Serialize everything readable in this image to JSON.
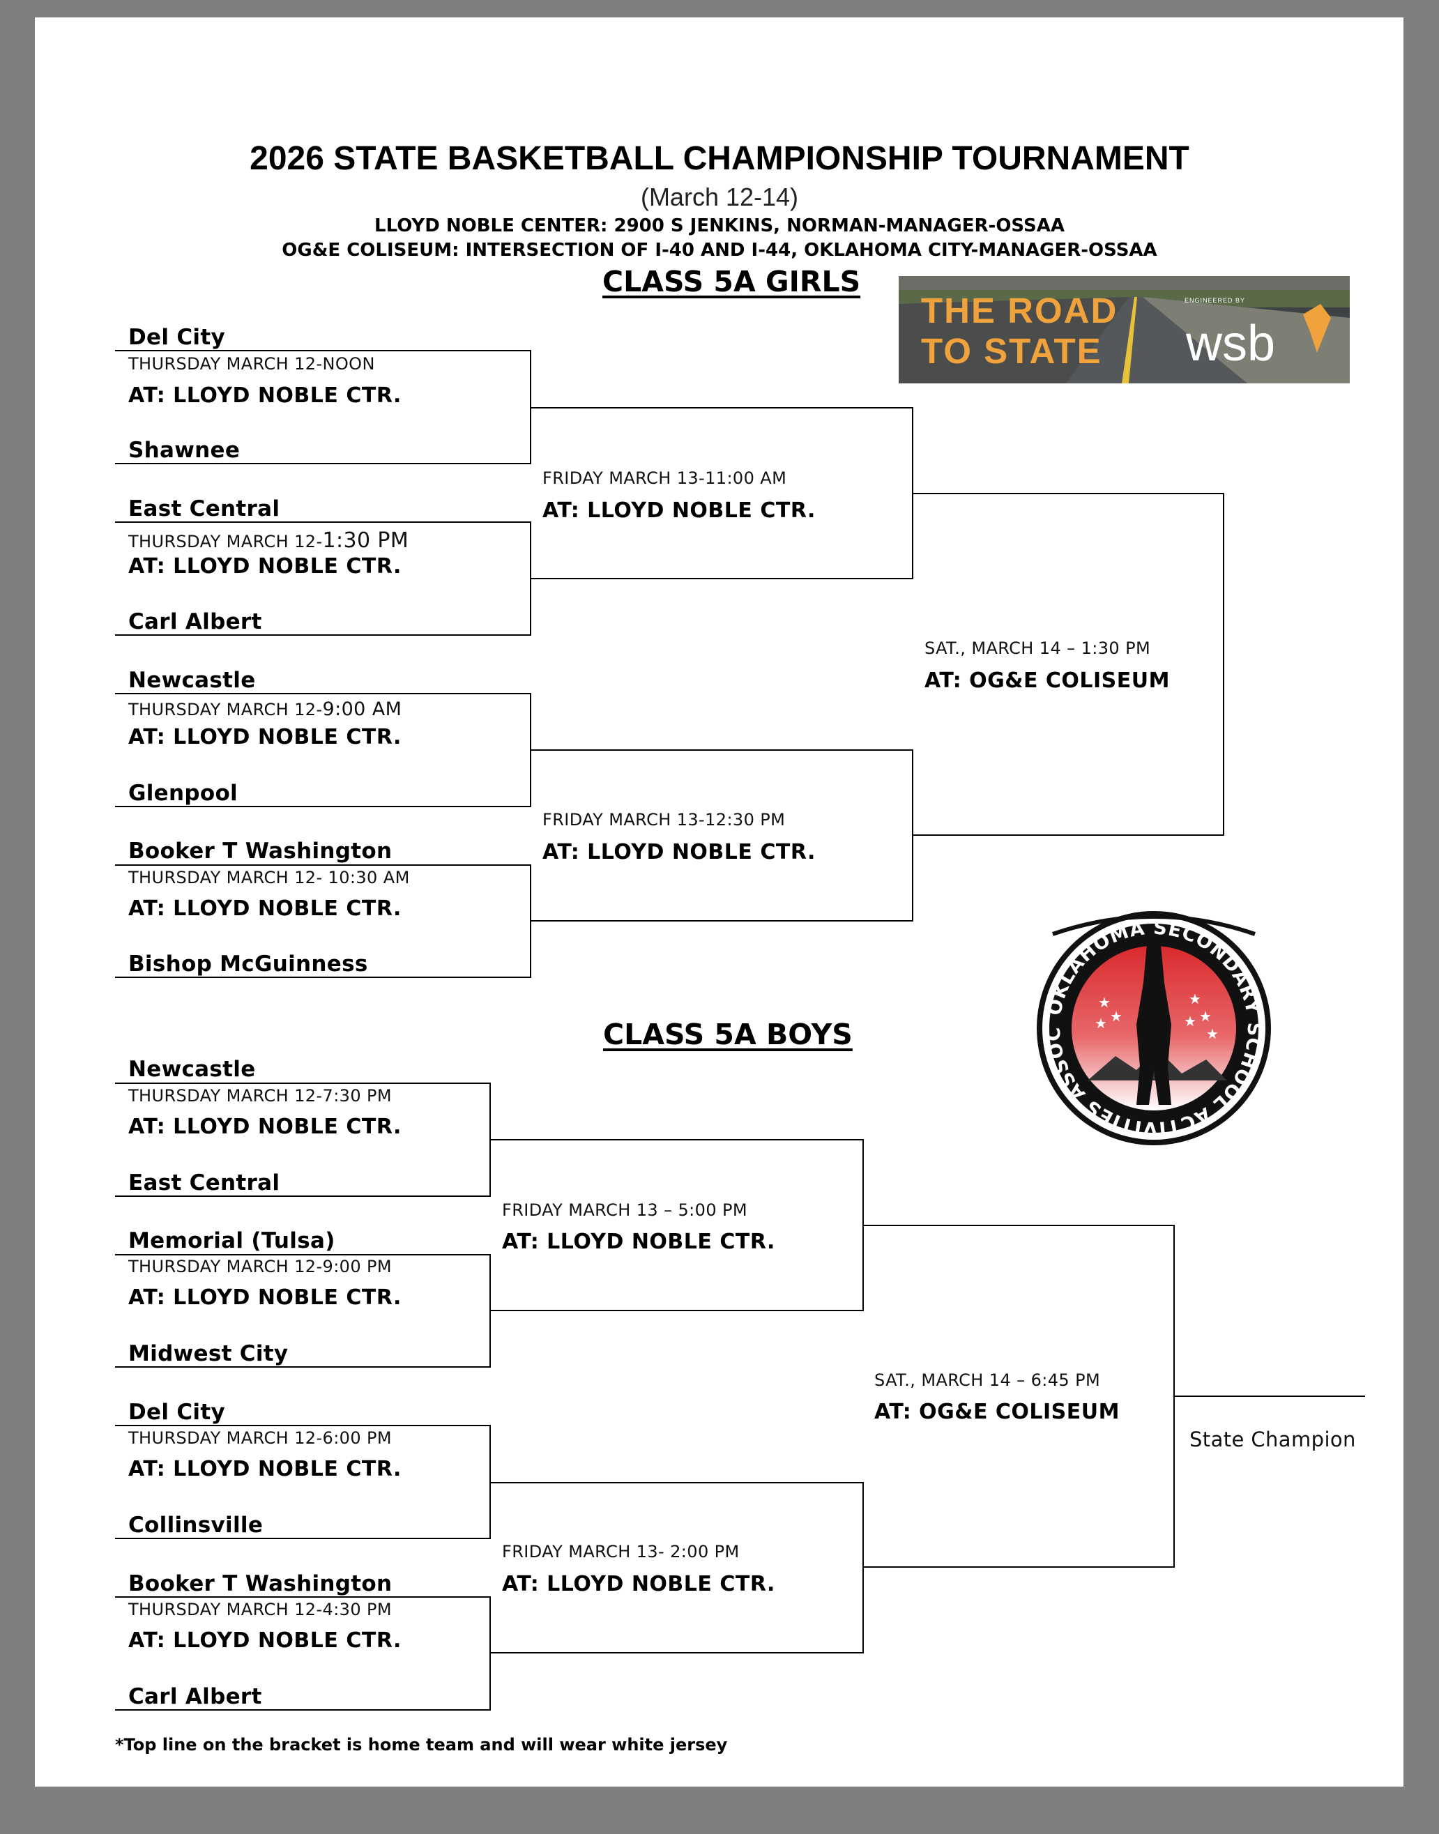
{
  "header": {
    "title": "2026 STATE  BASKETBALL  CHAMPIONSHIP  TOURNAMENT",
    "dates": "(March 12-14)",
    "venue1": "LLOYD NOBLE CENTER: 2900 S JENKINS, NORMAN-MANAGER-OSSAA",
    "venue2": "OG&E COLISEUM:  INTERSECTION OF I-40 AND I-44, OKLAHOMA CITY-MANAGER-OSSAA"
  },
  "banner": {
    "line1": "THE ROAD",
    "line2": "TO STATE",
    "engineered": "ENGINEERED BY",
    "brand": "wsb"
  },
  "seal": {
    "text": "OKLAHOMA SECONDARY SCHOOL ACTIVITIES ASSOCIATION"
  },
  "girls": {
    "heading": "CLASS 5A GIRLS",
    "q1": {
      "top": "Del City",
      "date": "THURSDAY MARCH 12-NOON",
      "venue": "AT:  LLOYD NOBLE CTR.",
      "bottom": "Shawnee"
    },
    "q2": {
      "top": "East Central",
      "date_a": "THURSDAY MARCH 12-",
      "date_b": "1:30 PM",
      "venue": "AT:  LLOYD NOBLE CTR.",
      "bottom": "Carl Albert"
    },
    "q3": {
      "top": "Newcastle",
      "date_a": "THURSDAY MARCH 12-",
      "date_b": "9:00 AM",
      "venue": "AT:  LLOYD NOBLE CTR.",
      "bottom": "Glenpool"
    },
    "q4": {
      "top": "Booker T Washington",
      "date": "THURSDAY MARCH 12- 10:30 AM",
      "venue": "AT:  LLOYD NOBLE CTR.",
      "bottom": "Bishop McGuinness"
    },
    "s1": {
      "date": "FRIDAY MARCH 13-11:00 AM",
      "venue": "AT: LLOYD NOBLE CTR."
    },
    "s2": {
      "date": "FRIDAY MARCH 13-12:30 PM",
      "venue": "AT: LLOYD NOBLE CTR."
    },
    "final": {
      "date": "SAT., MARCH 14 – 1:30 PM",
      "venue": "AT: OG&E COLISEUM"
    }
  },
  "boys": {
    "heading": "CLASS 5A BOYS",
    "q1": {
      "top": "Newcastle",
      "date": "THURSDAY MARCH 12-7:30 PM",
      "venue": "AT:  LLOYD NOBLE CTR.",
      "bottom": "East Central"
    },
    "q2": {
      "top": "Memorial (Tulsa)",
      "date": "THURSDAY MARCH 12-9:00 PM",
      "venue": "AT:  LLOYD NOBLE CTR.",
      "bottom": "Midwest City"
    },
    "q3": {
      "top": "Del City",
      "date": "THURSDAY MARCH 12-6:00 PM",
      "venue": "AT:  LLOYD NOBLE CTR.",
      "bottom": "Collinsville"
    },
    "q4": {
      "top": "Booker T Washington",
      "date": "THURSDAY MARCH 12-4:30 PM",
      "venue": "AT:  LLOYD NOBLE CTR.",
      "bottom": "Carl Albert"
    },
    "s1": {
      "date": "FRIDAY MARCH 13 – 5:00 PM",
      "venue": "AT: LLOYD NOBLE CTR."
    },
    "s2": {
      "date": "FRIDAY MARCH 13- 2:00 PM",
      "venue": "AT: LLOYD NOBLE CTR."
    },
    "final": {
      "date": "SAT.,  MARCH 14 – 6:45 PM",
      "venue": "AT: OG&E COLISEUM"
    },
    "champion": "State Champion"
  },
  "footnote": "*Top line on the bracket is home team and will wear white jersey"
}
